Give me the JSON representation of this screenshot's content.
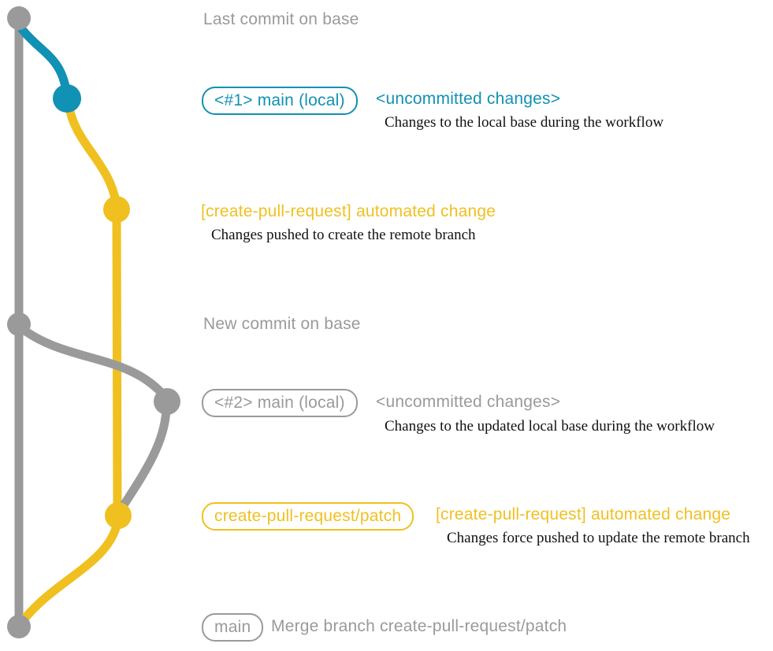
{
  "colors": {
    "gray": "#9a9a9a",
    "teal": "#1191b3",
    "yellow": "#f0c021",
    "ink": "#111111"
  },
  "milestones": {
    "last_commit_on_base": "Last commit on base",
    "new_commit_on_base": "New commit on base"
  },
  "entries": {
    "entry1": {
      "badge": "<#1> main (local)",
      "heading": "<uncommitted changes>",
      "description": "Changes to the local base during the workflow"
    },
    "entry2": {
      "heading": "[create-pull-request] automated change",
      "description": "Changes pushed to create the remote branch"
    },
    "entry3": {
      "badge": "<#2> main (local)",
      "heading": "<uncommitted changes>",
      "description": "Changes to the updated local base during the workflow"
    },
    "entry4": {
      "badge": "create-pull-request/patch",
      "heading": "[create-pull-request] automated change",
      "description": "Changes force pushed to update the remote branch"
    },
    "entry5": {
      "badge": "main",
      "heading": "Merge branch create-pull-request/patch"
    }
  }
}
